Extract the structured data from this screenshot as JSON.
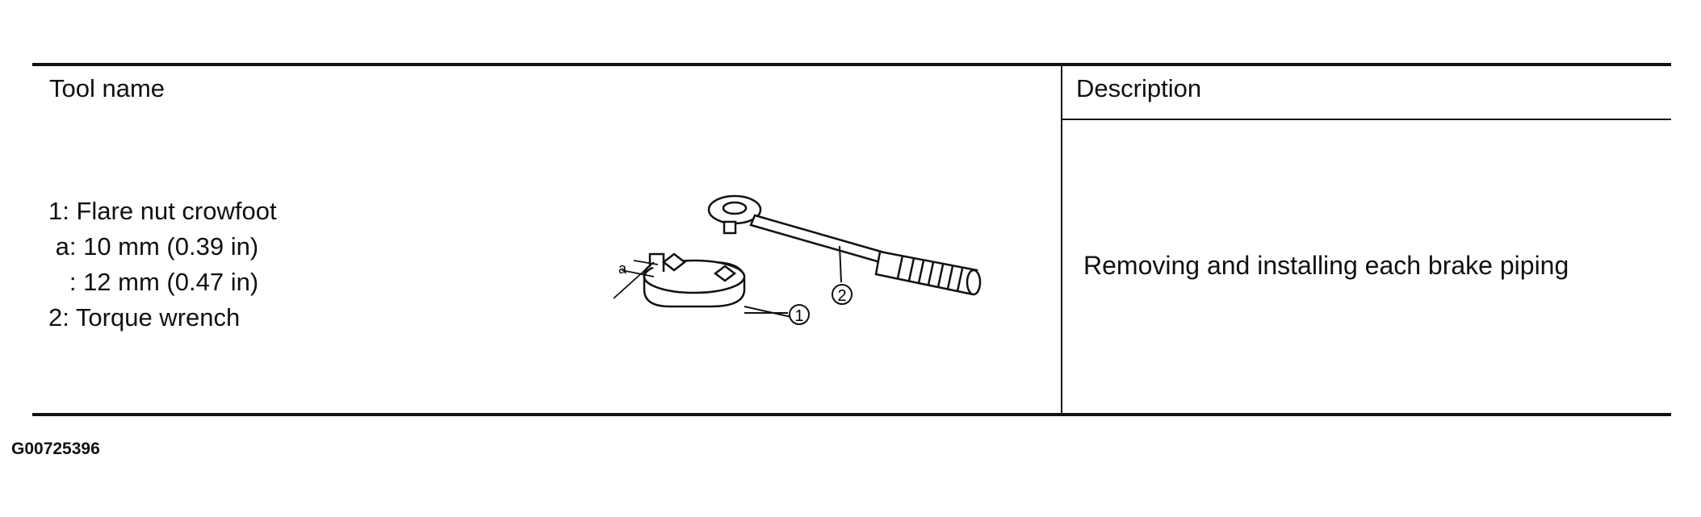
{
  "table": {
    "headers": {
      "tool_name": "Tool name",
      "description": "Description"
    },
    "row": {
      "tool_lines": [
        "1: Flare nut crowfoot",
        " a: 10 mm (0.39 in)",
        "   : 12 mm (0.47 in)",
        "2: Torque wrench"
      ],
      "description": "Removing and installing each brake piping",
      "illustration": {
        "callout_1": "1",
        "callout_2": "2",
        "dimension_label": "a"
      }
    }
  },
  "figure_code": "G00725396"
}
